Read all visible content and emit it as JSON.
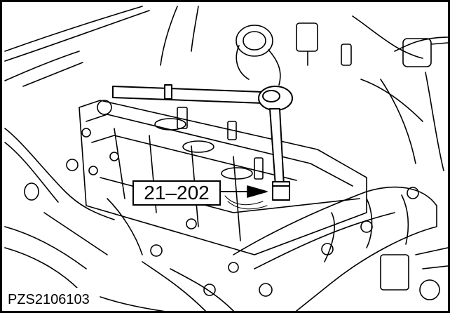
{
  "callout": {
    "label": "21–202"
  },
  "figure": {
    "id": "PZS2106103"
  },
  "art": {
    "subject": "mechanic tool on engine valve cover",
    "ink_color": "#000000",
    "paper_color": "#ffffff"
  }
}
